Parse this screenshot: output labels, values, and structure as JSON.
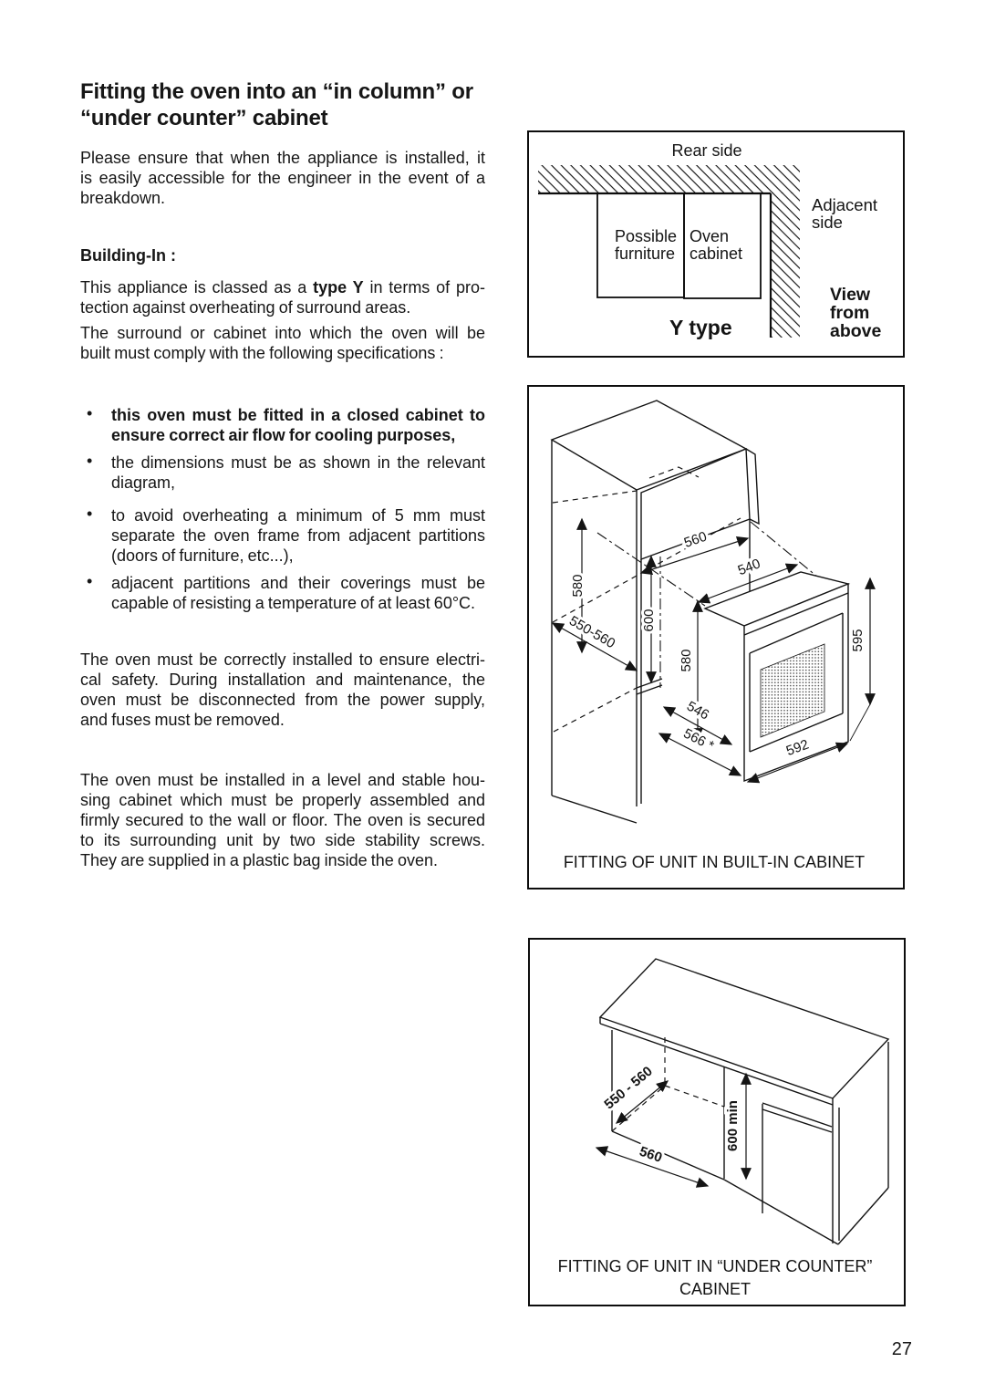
{
  "colors": {
    "ink": "#161616",
    "paper": "#ffffff"
  },
  "page": {
    "number": "27"
  },
  "title": {
    "line1": "Fitting the oven into an “in column” or",
    "line2": "“under counter” cabinet"
  },
  "intro": {
    "l1": "Please ensure that when the appliance is installed, it",
    "l2": "is easily accessible for the engineer in the event of a",
    "l3": "breakdown."
  },
  "building": {
    "heading": "Building-In :",
    "bullet_char": "•",
    "type_para": {
      "pre": "This appliance is classed as a ",
      "bold": "type Y",
      "post": " in terms of pro-",
      "l2": "tection against overheating of surround areas."
    },
    "surround_para": {
      "l1": "The surround or cabinet into which the oven will be",
      "l2": "built must comply with the following specifications :"
    },
    "b1": {
      "l1": "this oven must be fitted in a closed cabinet to",
      "l2": "ensure correct air flow for cooling purposes,"
    },
    "b2": {
      "l1": "the dimensions must be as shown in the relevant",
      "l2": "diagram,"
    },
    "b3": {
      "l1": "to avoid overheating a minimum of 5 mm must",
      "l2": "separate the oven frame from adjacent partitions",
      "l3": "(doors of furniture, etc...),"
    },
    "b4": {
      "l1": "adjacent partitions and their coverings must be",
      "l2": "capable of resisting a temperature of at least 60°C."
    }
  },
  "electrical_para": {
    "l1": "The oven must be correctly installed to ensure electri-",
    "l2": "cal safety. During installation and maintenance, the",
    "l3": "oven must be disconnected from the power supply,",
    "l4": "and fuses must be removed."
  },
  "level_para": {
    "l1": "The oven must be installed in a level and stable hou-",
    "l2": "sing cabinet which must be properly assembled and",
    "l3": "firmly secured to the wall or floor. The oven is secured",
    "l4": "to its surrounding unit by two side stability screws.",
    "l5": "They are supplied in a plastic bag inside the oven."
  },
  "ytype_diagram": {
    "rear_side": "Rear side",
    "adjacent_l1": "Adjacent",
    "adjacent_l2": "side",
    "furniture_l1": "Possible",
    "furniture_l2": "furniture",
    "cabinet_l1": "Oven",
    "cabinet_l2": "cabinet",
    "label": "Y type",
    "view_l1": "View",
    "view_l2": "from",
    "view_l3": "above"
  },
  "builtin_diagram": {
    "caption": "FITTING OF UNIT IN BUILT-IN CABINET",
    "dim_580_top": "580",
    "dim_560": "560",
    "dim_540": "540",
    "dim_600": "600",
    "dim_550_560": "550-560",
    "dim_580_oven": "580",
    "dim_595": "595",
    "dim_546": "546",
    "dim_566": "566 *",
    "dim_592": "592"
  },
  "undercounter_diagram": {
    "caption_l1": "FITTING OF UNIT IN “UNDER COUNTER”",
    "caption_l2": "CABINET",
    "dim_550_560": "550 - 560",
    "dim_560": "560",
    "dim_600": "600 min"
  }
}
